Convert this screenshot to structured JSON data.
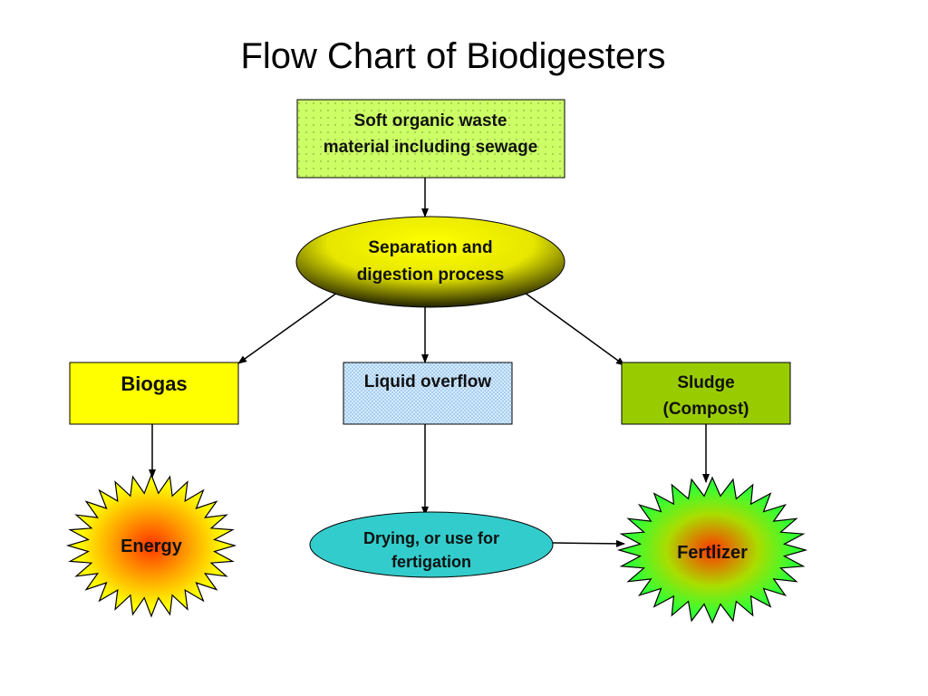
{
  "title": "Flow Chart of Biodigesters",
  "nodes": {
    "input": {
      "lines": [
        "Soft organic waste",
        "material including sewage"
      ],
      "shape": "rectangle",
      "fill": "#ccff66"
    },
    "process": {
      "lines": [
        "Separation and",
        "digestion process"
      ],
      "shape": "ellipse",
      "fill": "#ffff00"
    },
    "biogas": {
      "lines": [
        "Biogas"
      ],
      "shape": "rectangle",
      "fill": "#ffff00"
    },
    "liquid": {
      "lines": [
        "Liquid overflow"
      ],
      "shape": "rectangle",
      "fill": "#cce6ff"
    },
    "sludge": {
      "lines": [
        "Sludge",
        "(Compost)"
      ],
      "shape": "rectangle",
      "fill": "#99cc00"
    },
    "energy": {
      "lines": [
        "Energy"
      ],
      "shape": "starburst",
      "fill": "#ffff00"
    },
    "drying": {
      "lines": [
        "Drying, or use for",
        "fertigation"
      ],
      "shape": "ellipse",
      "fill": "#33cccc"
    },
    "fertilizer": {
      "lines": [
        "Fertlizer"
      ],
      "shape": "starburst",
      "fill": "#33ff33"
    }
  },
  "edges": [
    {
      "from": "input",
      "to": "process"
    },
    {
      "from": "process",
      "to": "biogas"
    },
    {
      "from": "process",
      "to": "liquid"
    },
    {
      "from": "process",
      "to": "sludge"
    },
    {
      "from": "biogas",
      "to": "energy"
    },
    {
      "from": "liquid",
      "to": "drying"
    },
    {
      "from": "sludge",
      "to": "fertilizer"
    },
    {
      "from": "drying",
      "to": "fertilizer"
    }
  ]
}
